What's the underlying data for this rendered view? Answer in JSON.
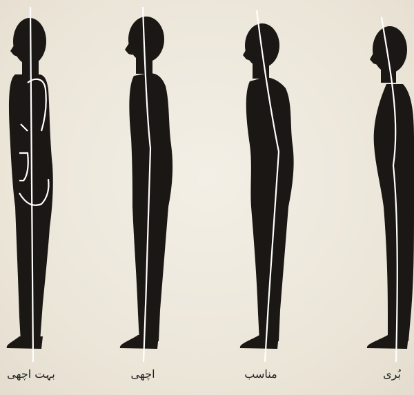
{
  "figures": [
    {
      "id": "posture-1",
      "caption": "بہت اچھی"
    },
    {
      "id": "posture-2",
      "caption": "اچھی"
    },
    {
      "id": "posture-3",
      "caption": "مناسب"
    },
    {
      "id": "posture-4",
      "caption": "بُری"
    }
  ],
  "colors": {
    "background": "#efeae0",
    "silhouette": "#1b1714",
    "alignment_line": "#ffffff"
  }
}
